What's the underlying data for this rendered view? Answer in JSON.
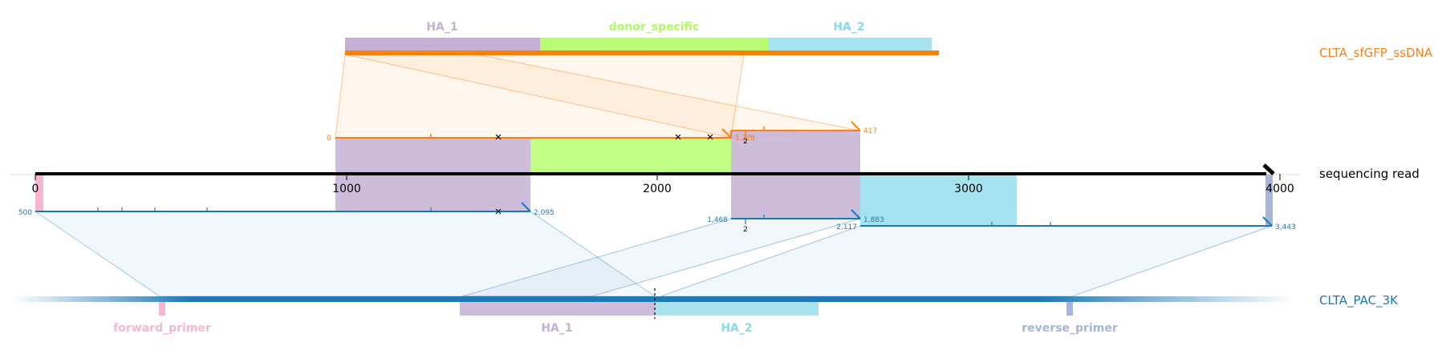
{
  "read": {
    "label": "sequencing read",
    "axis_ticks": [
      "0",
      "1000",
      "2000",
      "3000",
      "4000"
    ]
  },
  "donor": {
    "label": "CLTA_sfGFP_ssDNA",
    "color": "#ff7f0e",
    "features": [
      {
        "name": "HA_1",
        "color": "#c5b0d5"
      },
      {
        "name": "donor_specific",
        "color": "#adfc5c"
      },
      {
        "name": "HA_2",
        "color": "#89dae8"
      }
    ],
    "alignment_labels": {
      "a1_start": "0",
      "a2_mid": "1,2?8",
      "a2_end": "417",
      "a2_count": "2"
    }
  },
  "target": {
    "label": "CLTA_PAC_3K",
    "color": "#1f77b4",
    "features": [
      {
        "name": "forward_primer",
        "color": "#f7b6d2"
      },
      {
        "name": "HA_1",
        "color": "#c5b0d5"
      },
      {
        "name": "HA_2",
        "color": "#89dae8"
      },
      {
        "name": "reverse_primer",
        "color": "#a6b5d9"
      }
    ],
    "alignment_labels": {
      "b1_start": "500",
      "b1_end": "2,095",
      "b2_start": "1,468",
      "b2_end": "1,883",
      "b2_count": "2",
      "b3_start": "2,117",
      "b3_end": "3,443"
    }
  }
}
